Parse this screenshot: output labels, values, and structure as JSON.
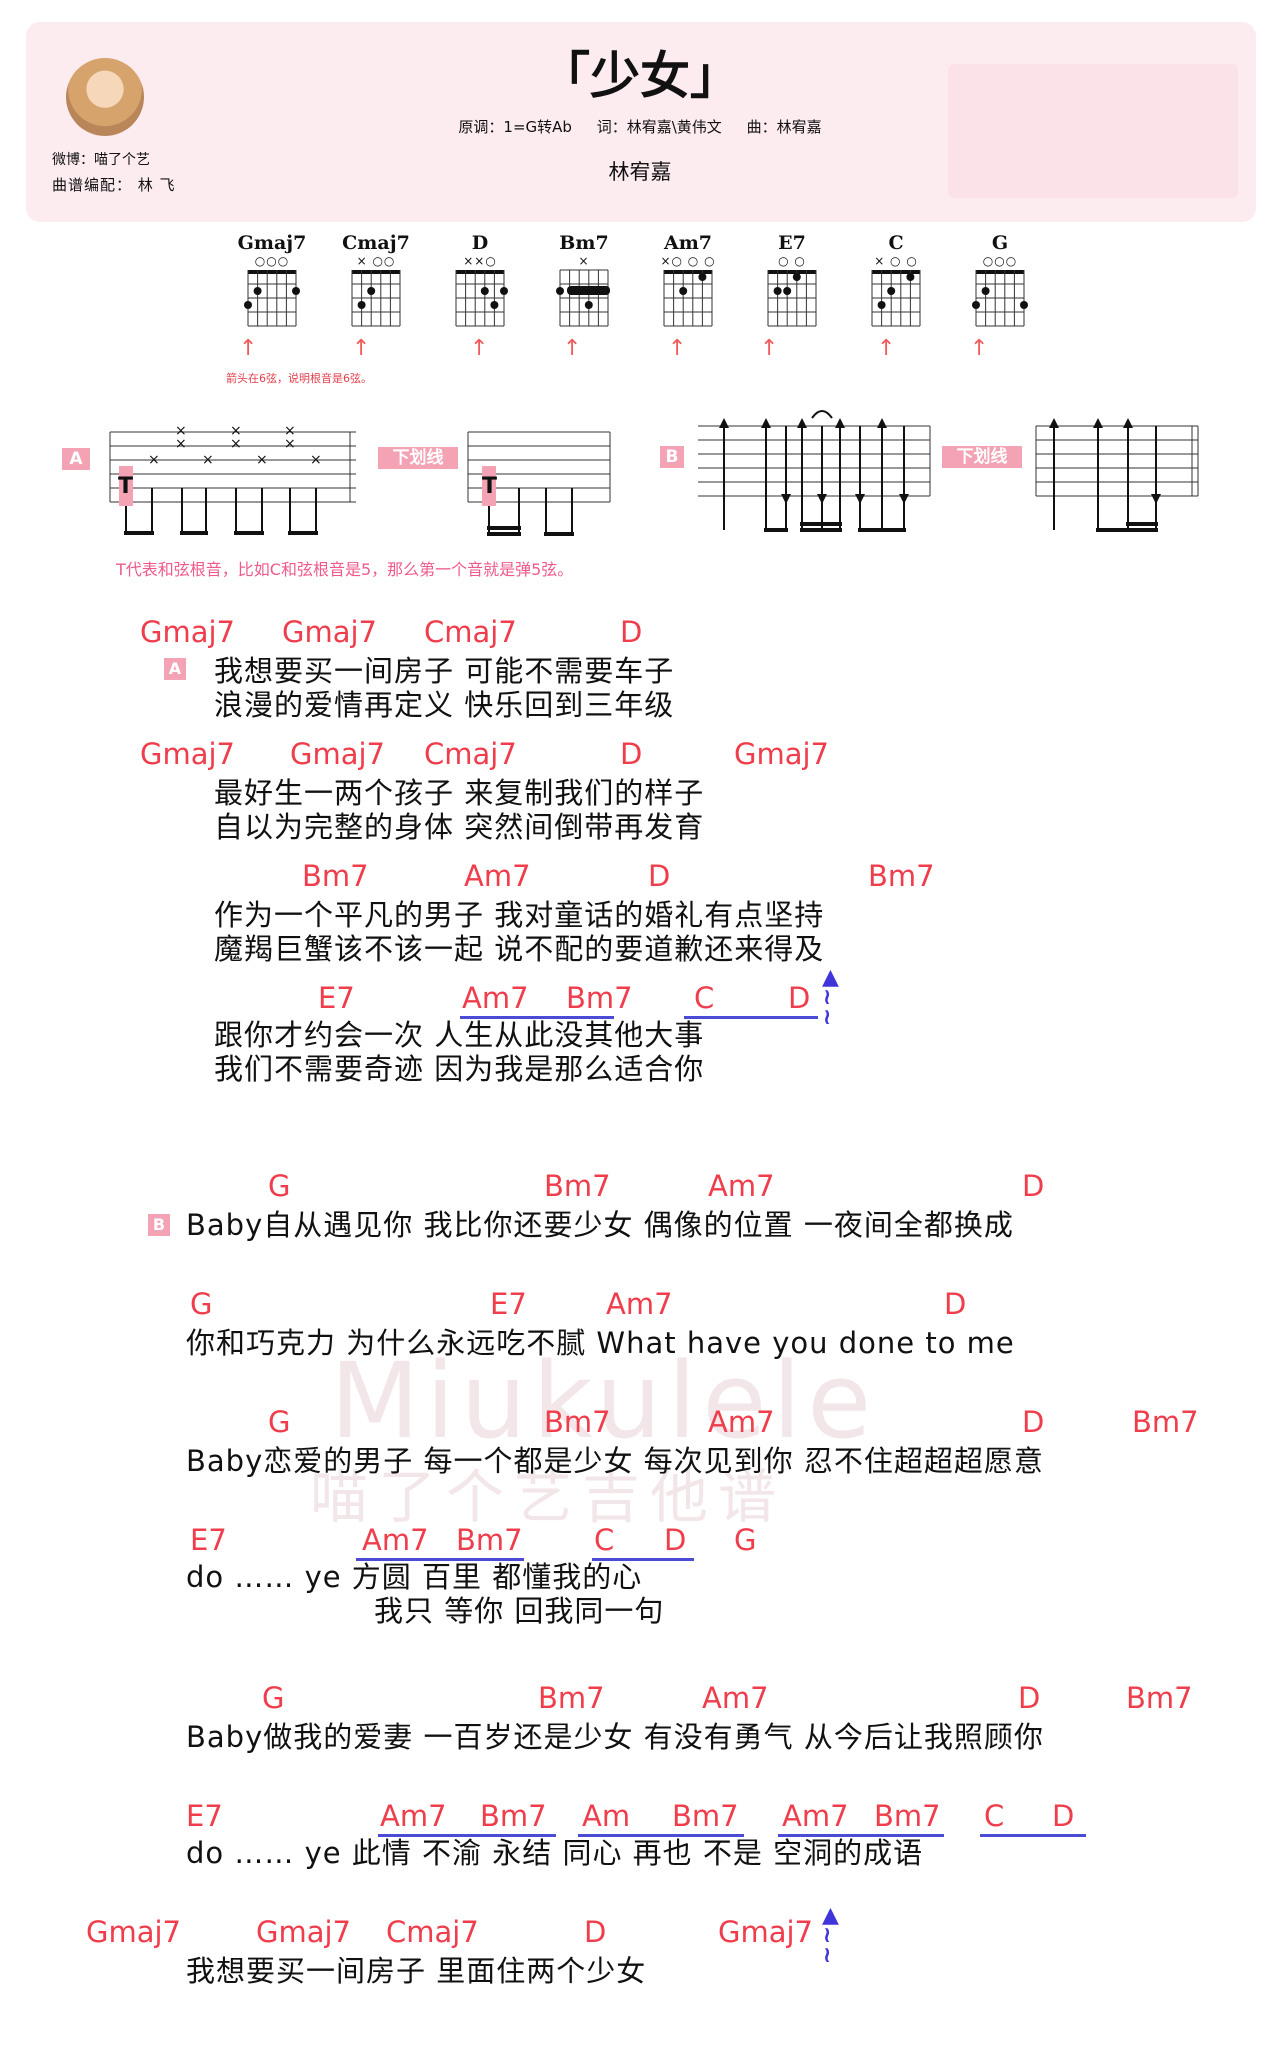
{
  "header": {
    "title": "「少女」",
    "key": "原调：1=G转Ab",
    "lyricist": "词：林宥嘉\\黄伟文",
    "composer": "曲：林宥嘉",
    "singer": "林宥嘉",
    "weibo": "微博：喵了个艺",
    "arranger": "曲谱编配：  林 飞"
  },
  "chords": [
    {
      "name": "Gmaj7",
      "mk": "○○○"
    },
    {
      "name": "Cmaj7",
      "mk": "×   ○○"
    },
    {
      "name": "D",
      "mk": "××○"
    },
    {
      "name": "Bm7",
      "mk": "×"
    },
    {
      "name": "Am7",
      "mk": "×○ ○ ○"
    },
    {
      "name": "E7",
      "mk": "○    ○"
    },
    {
      "name": "C",
      "mk": "×  ○ ○"
    },
    {
      "name": "G",
      "mk": "○○○"
    }
  ],
  "arrow_glyph": "↑",
  "arrow_note": "箭头在6弦，说明根音是6弦。",
  "strum": {
    "tag_a": "A",
    "tag_b": "B",
    "underline_label": "下划线",
    "t_label": "T",
    "x_mark": "×",
    "note": "T代表和弦根音，比如C和弦根音是5，那么第一个音就是弹5弦。"
  },
  "sections": {
    "a": "A",
    "b": "B"
  },
  "verse": {
    "c1": [
      "Gmaj7",
      "Gmaj7",
      "Cmaj7",
      "D"
    ],
    "l1a": "我想要买一间房子   可能不需要车子",
    "l1b": "浪漫的爱情再定义   快乐回到三年级",
    "c2": [
      "Gmaj7",
      "Gmaj7",
      "Cmaj7",
      "D",
      "Gmaj7"
    ],
    "l2a": "最好生一两个孩子   来复制我们的样子",
    "l2b": "自以为完整的身体   突然间倒带再发育",
    "c3": [
      "Bm7",
      "Am7",
      "D",
      "Bm7"
    ],
    "l3a": "作为一个平凡的男子   我对童话的婚礼有点坚持",
    "l3b": "魔羯巨蟹该不该一起   说不配的要道歉还来得及",
    "c4": [
      "E7",
      "Am7",
      "Bm7",
      "C",
      "D"
    ],
    "l4a": "跟你才约会一次   人生从此没其他大事",
    "l4b": "我们不需要奇迹   因为我是那么适合你"
  },
  "chorus": {
    "c1": [
      "G",
      "Bm7",
      "Am7",
      "D"
    ],
    "l1": "Baby自从遇见你   我比你还要少女   偶像的位置   一夜间全都换成",
    "c2": [
      "G",
      "E7",
      "Am7",
      "D"
    ],
    "l2": "你和巧克力   为什么永远吃不腻   What have you done to me",
    "c3": [
      "G",
      "Bm7",
      "Am7",
      "D",
      "Bm7"
    ],
    "l3": "Baby恋爱的男子   每一个都是少女   每次见到你   忍不住超超超愿意",
    "c4": [
      "E7",
      "Am7",
      "Bm7",
      "C",
      "D",
      "G"
    ],
    "l4a": "do …… ye   方圆   百里     都懂我的心",
    "l4b": "我只   等你     回我同一句",
    "c5": [
      "G",
      "Bm7",
      "Am7",
      "D",
      "Bm7"
    ],
    "l5": "Baby做我的爱妻   一百岁还是少女   有没有勇气   从今后让我照顾你",
    "c6": [
      "E7",
      "Am7",
      "Bm7",
      "Am",
      "Bm7",
      "Am7",
      "Bm7",
      "C",
      "D"
    ],
    "l6": "do …… ye   此情   不渝   永结   同心   再也   不是   空洞的成语",
    "c7": [
      "Gmaj7",
      "Gmaj7",
      "Cmaj7",
      "D",
      "Gmaj7"
    ],
    "l7": "我想要买一间房子   里面住两个少女"
  },
  "roll_glyph": "≀",
  "watermark": {
    "line1": "Miukulele",
    "line2": "喵了个艺吉他谱"
  }
}
